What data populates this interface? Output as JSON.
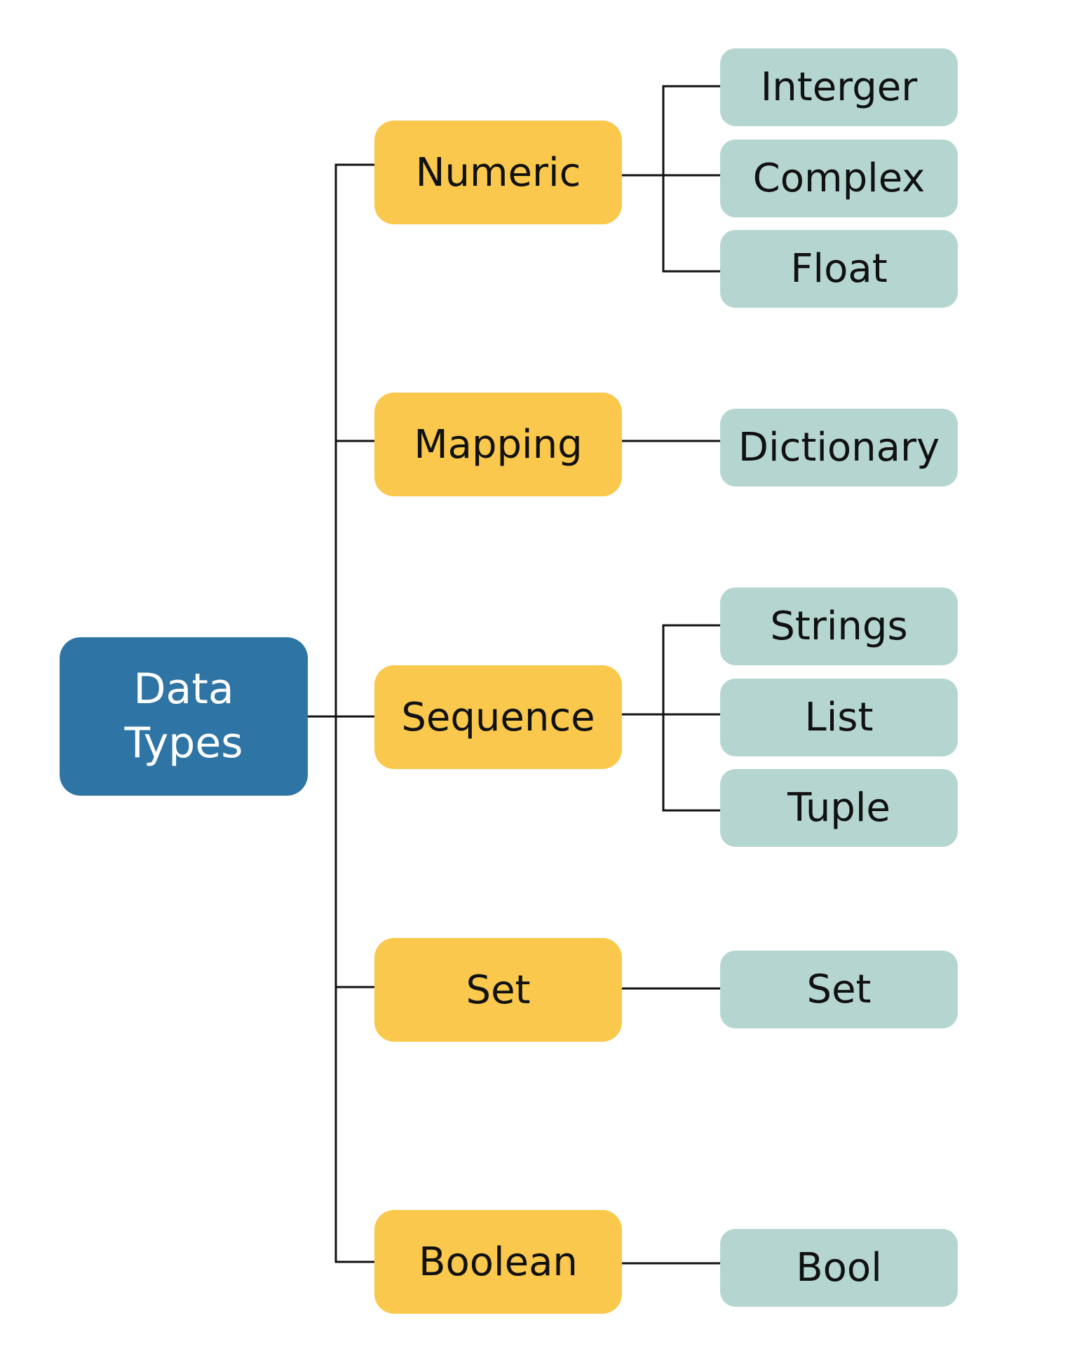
{
  "colors": {
    "root_fill": "#2e74a4",
    "category_fill": "#f9c84c",
    "leaf_fill": "#b5d6d0",
    "line": "#111111"
  },
  "root": {
    "line1": "Data",
    "line2": "Types"
  },
  "categories": [
    {
      "label": "Numeric",
      "children": [
        "Interger",
        "Complex",
        "Float"
      ]
    },
    {
      "label": "Mapping",
      "children": [
        "Dictionary"
      ]
    },
    {
      "label": "Sequence",
      "children": [
        "Strings",
        "List",
        "Tuple"
      ]
    },
    {
      "label": "Set",
      "children": [
        "Set"
      ]
    },
    {
      "label": "Boolean",
      "children": [
        "Bool"
      ]
    }
  ]
}
